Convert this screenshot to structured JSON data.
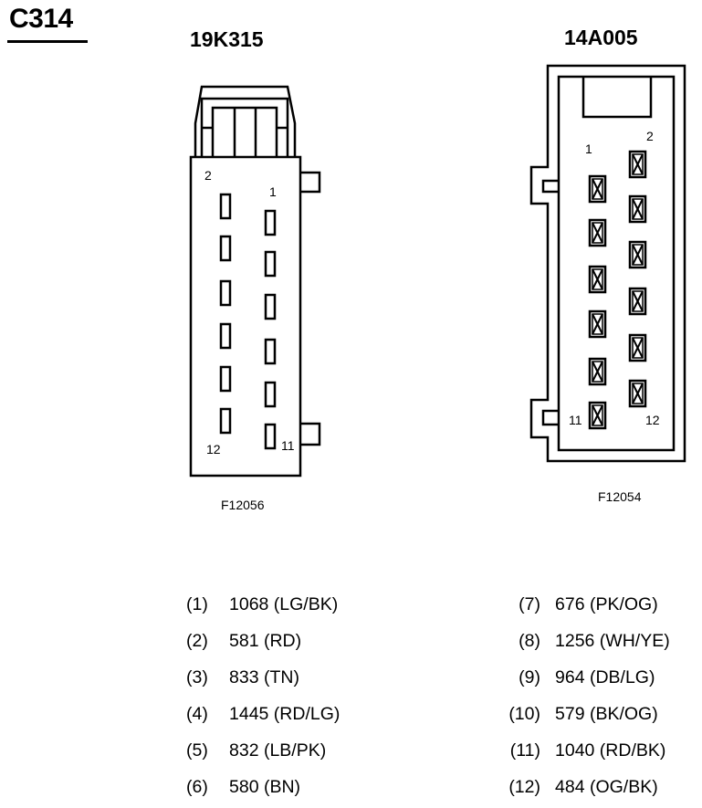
{
  "connector_id": "C314",
  "left_connector": {
    "part_number": "19K315",
    "figure_id": "F12056",
    "pin_labels": {
      "top_left": "2",
      "top_right": "1",
      "bottom_left": "12",
      "bottom_right": "11"
    }
  },
  "right_connector": {
    "part_number": "14A005",
    "figure_id": "F12054",
    "pin_labels": {
      "top_left": "1",
      "top_right": "2",
      "bottom_left": "11",
      "bottom_right": "12"
    }
  },
  "pinout": [
    {
      "pin": "(1)",
      "circuit": "1068 (LG/BK)"
    },
    {
      "pin": "(2)",
      "circuit": "581 (RD)"
    },
    {
      "pin": "(3)",
      "circuit": "833 (TN)"
    },
    {
      "pin": "(4)",
      "circuit": "1445 (RD/LG)"
    },
    {
      "pin": "(5)",
      "circuit": "832 (LB/PK)"
    },
    {
      "pin": "(6)",
      "circuit": "580 (BN)"
    },
    {
      "pin": "(7)",
      "circuit": "676 (PK/OG)"
    },
    {
      "pin": "(8)",
      "circuit": "1256 (WH/YE)"
    },
    {
      "pin": "(9)",
      "circuit": "964 (DB/LG)"
    },
    {
      "pin": "(10)",
      "circuit": "579 (BK/OG)"
    },
    {
      "pin": "(11)",
      "circuit": "1040 (RD/BK)"
    },
    {
      "pin": "(12)",
      "circuit": "484 (OG/BK)"
    }
  ]
}
